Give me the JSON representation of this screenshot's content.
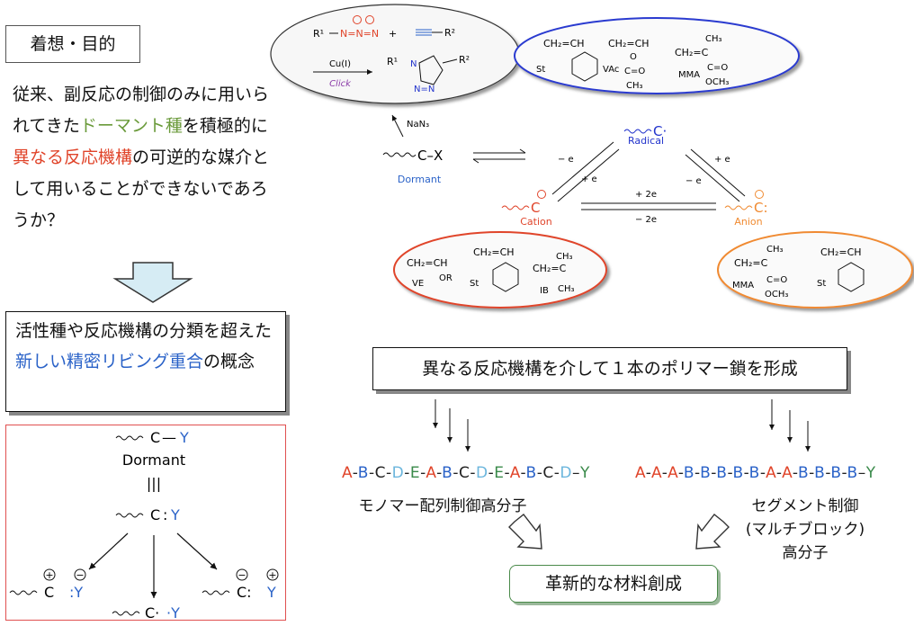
{
  "aim": {
    "title": "着想・目的",
    "text_1": "従来、副反応の制御のみに用いられてきた",
    "text_dormant": "ドーマント種",
    "text_2": "を積極的に",
    "text_mechanism": "異なる反応機構",
    "text_3": "の可逆的な媒介として用いることができないであろうか？"
  },
  "concept": {
    "text_1": "活性種や反応機構の分類を超えた",
    "text_highlight": "新しい精密リビング重合",
    "text_2": "の概念"
  },
  "scheme_left": {
    "top_formula_c": "C",
    "top_dash": "—",
    "top_y": "Y",
    "dormant_label": "Dormant",
    "equiv": "|||",
    "mid_c": "C",
    "mid_colon": ":",
    "mid_y": "Y",
    "cation_c": "C",
    "cation_y": ":Y",
    "anion_c": "C:",
    "anion_y": "Y",
    "radical_c": "C·",
    "radical_y": "·Y",
    "plus": "+",
    "minus": "−"
  },
  "click": {
    "r1": "R¹",
    "azide": "N=N=N",
    "plus": "+",
    "r2": "R²",
    "catalyst": "Cu(I)",
    "click_label": "Click",
    "prod_r1": "R¹",
    "prod_r2": "R²",
    "n1": "N",
    "n2": "N=N",
    "nan3": "NaN₃"
  },
  "center": {
    "dormant_formula": "C–X",
    "dormant_label": "Dormant",
    "radical_label": "Radical",
    "cation_label": "Cation",
    "anion_label": "Anion",
    "minus_e": "− e",
    "plus_e": "+ e",
    "plus_2e": "+ 2e",
    "minus_2e": "− 2e",
    "c_radical": "C·",
    "c_cation": "C",
    "c_anion": "C:"
  },
  "monomers": {
    "radical": [
      "St",
      "VAc",
      "MMA"
    ],
    "cation": [
      "VE",
      "St",
      "IB"
    ],
    "anion": [
      "MMA",
      "St"
    ],
    "ch2ch": "CH₂=CH",
    "ch2c": "CH₂=C",
    "ch3": "CH₃",
    "o": "O",
    "co": "C=O",
    "och3": "OCH₃",
    "or": "OR"
  },
  "banner": "異なる反応機構を介して１本のポリマー鎖を形成",
  "seq_left": [
    {
      "t": "A",
      "c": "cA"
    },
    {
      "t": "-",
      "c": "cC"
    },
    {
      "t": "B",
      "c": "cB"
    },
    {
      "t": "-",
      "c": "cC"
    },
    {
      "t": "C",
      "c": "cC"
    },
    {
      "t": "-",
      "c": "cC"
    },
    {
      "t": "D",
      "c": "cD"
    },
    {
      "t": "-",
      "c": "cC"
    },
    {
      "t": "E",
      "c": "cE"
    },
    {
      "t": "-",
      "c": "cC"
    },
    {
      "t": "A",
      "c": "cA"
    },
    {
      "t": "-",
      "c": "cC"
    },
    {
      "t": "B",
      "c": "cB"
    },
    {
      "t": "-",
      "c": "cC"
    },
    {
      "t": "C",
      "c": "cC"
    },
    {
      "t": "-",
      "c": "cC"
    },
    {
      "t": "D",
      "c": "cD"
    },
    {
      "t": "-",
      "c": "cC"
    },
    {
      "t": "E",
      "c": "cE"
    },
    {
      "t": "-",
      "c": "cC"
    },
    {
      "t": "A",
      "c": "cA"
    },
    {
      "t": "-",
      "c": "cC"
    },
    {
      "t": "B",
      "c": "cB"
    },
    {
      "t": "-",
      "c": "cC"
    },
    {
      "t": "C",
      "c": "cC"
    },
    {
      "t": "-",
      "c": "cC"
    },
    {
      "t": "D",
      "c": "cD"
    },
    {
      "t": "–",
      "c": "cC"
    },
    {
      "t": "Y",
      "c": "cY"
    }
  ],
  "seq_right": [
    {
      "t": "A",
      "c": "cA"
    },
    {
      "t": "-",
      "c": "cC"
    },
    {
      "t": "A",
      "c": "cA"
    },
    {
      "t": "-",
      "c": "cC"
    },
    {
      "t": "A",
      "c": "cA"
    },
    {
      "t": "-",
      "c": "cC"
    },
    {
      "t": "B",
      "c": "cB"
    },
    {
      "t": "-",
      "c": "cC"
    },
    {
      "t": "B",
      "c": "cB"
    },
    {
      "t": "-",
      "c": "cC"
    },
    {
      "t": "B",
      "c": "cB"
    },
    {
      "t": "-",
      "c": "cC"
    },
    {
      "t": "B",
      "c": "cB"
    },
    {
      "t": "-",
      "c": "cC"
    },
    {
      "t": "B",
      "c": "cB"
    },
    {
      "t": "-",
      "c": "cC"
    },
    {
      "t": "A",
      "c": "cA"
    },
    {
      "t": "-",
      "c": "cC"
    },
    {
      "t": "A",
      "c": "cA"
    },
    {
      "t": "-",
      "c": "cC"
    },
    {
      "t": "B",
      "c": "cB"
    },
    {
      "t": "-",
      "c": "cC"
    },
    {
      "t": "B",
      "c": "cB"
    },
    {
      "t": "-",
      "c": "cC"
    },
    {
      "t": "B",
      "c": "cB"
    },
    {
      "t": "-",
      "c": "cC"
    },
    {
      "t": "B",
      "c": "cB"
    },
    {
      "t": "–",
      "c": "cC"
    },
    {
      "t": "Y",
      "c": "cY"
    }
  ],
  "labels": {
    "sequence": "モノマー配列制御高分子",
    "segment_1": "セグメント制御",
    "segment_2": "(マルチブロック)",
    "segment_3": "高分子",
    "result": "革新的な材料創成"
  },
  "colors": {
    "radical": "#2233cc",
    "cation": "#e0442a",
    "anion": "#f08a30",
    "dormant_label": "#2a62c8",
    "highlight_green": "#6a9a3a"
  }
}
